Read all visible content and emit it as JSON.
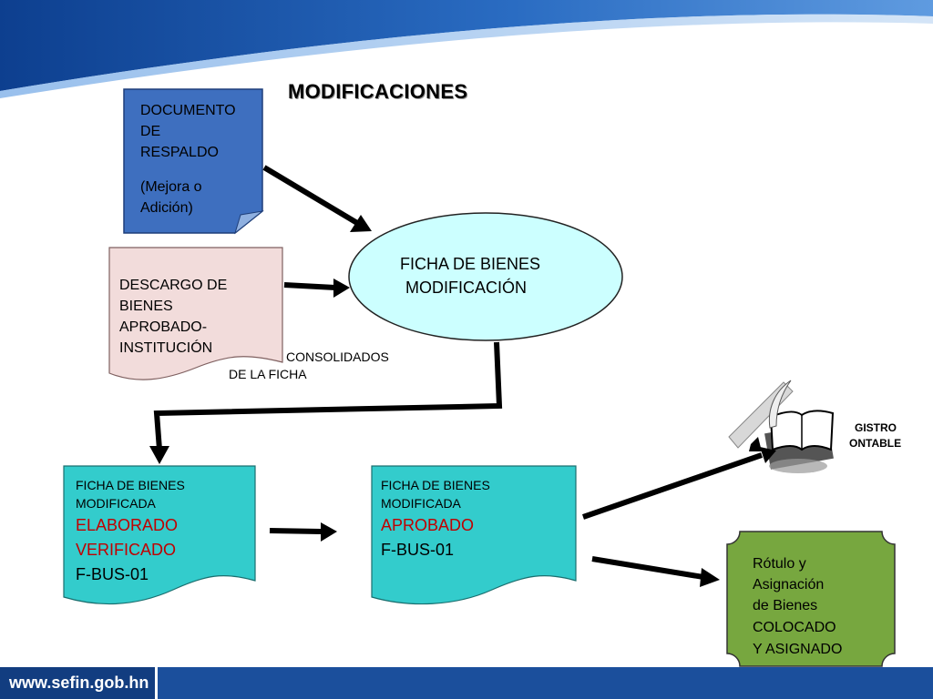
{
  "title": "MODIFICACIONES",
  "nodes": {
    "documento": {
      "line1": "DOCUMENTO",
      "line2": "DE",
      "line3": "RESPALDO",
      "line4": "(Mejora o",
      "line5": "Adición)"
    },
    "descargo": {
      "line1": "DESCARGO DE",
      "line2": "BIENES",
      "line3": "APROBADO-",
      "line4": "INSTITUCIÓN"
    },
    "ficha_center": {
      "line1": "FICHA DE BIENES",
      "line2": "MODIFICACIÓN"
    },
    "consolidados": {
      "line1": "CONSOLIDADOS",
      "line2": "DE LA FICHA"
    },
    "ficha_elaborado": {
      "line1": "FICHA  DE BIENES",
      "line2": "MODIFICADA",
      "line3": "ELABORADO",
      "line4": "VERIFICADO",
      "line5": "F-BUS-01"
    },
    "ficha_aprobado": {
      "line1": "FICHA  DE BIENES",
      "line2": "MODIFICADA",
      "line3": "APROBADO",
      "line4": "F-BUS-01"
    },
    "registro": {
      "line1": "GISTRO",
      "line2": "ONTABLE"
    },
    "rotulo": {
      "line1": "Rótulo  y",
      "line2": "Asignación",
      "line3": "de Bienes",
      "line4": "COLOCADO",
      "line5": "Y ASIGNADO"
    }
  },
  "footer": {
    "url": "www.sefin.gob.hn"
  },
  "colors": {
    "header_blue": "#1f5fae",
    "doc_blue": "#3e6fbf",
    "descargo_pink": "#f2dcdb",
    "ellipse_cyan": "#ccffff",
    "ficha_teal": "#33cccc",
    "rotulo_green": "#77a73f",
    "red_text": "#c00000"
  }
}
